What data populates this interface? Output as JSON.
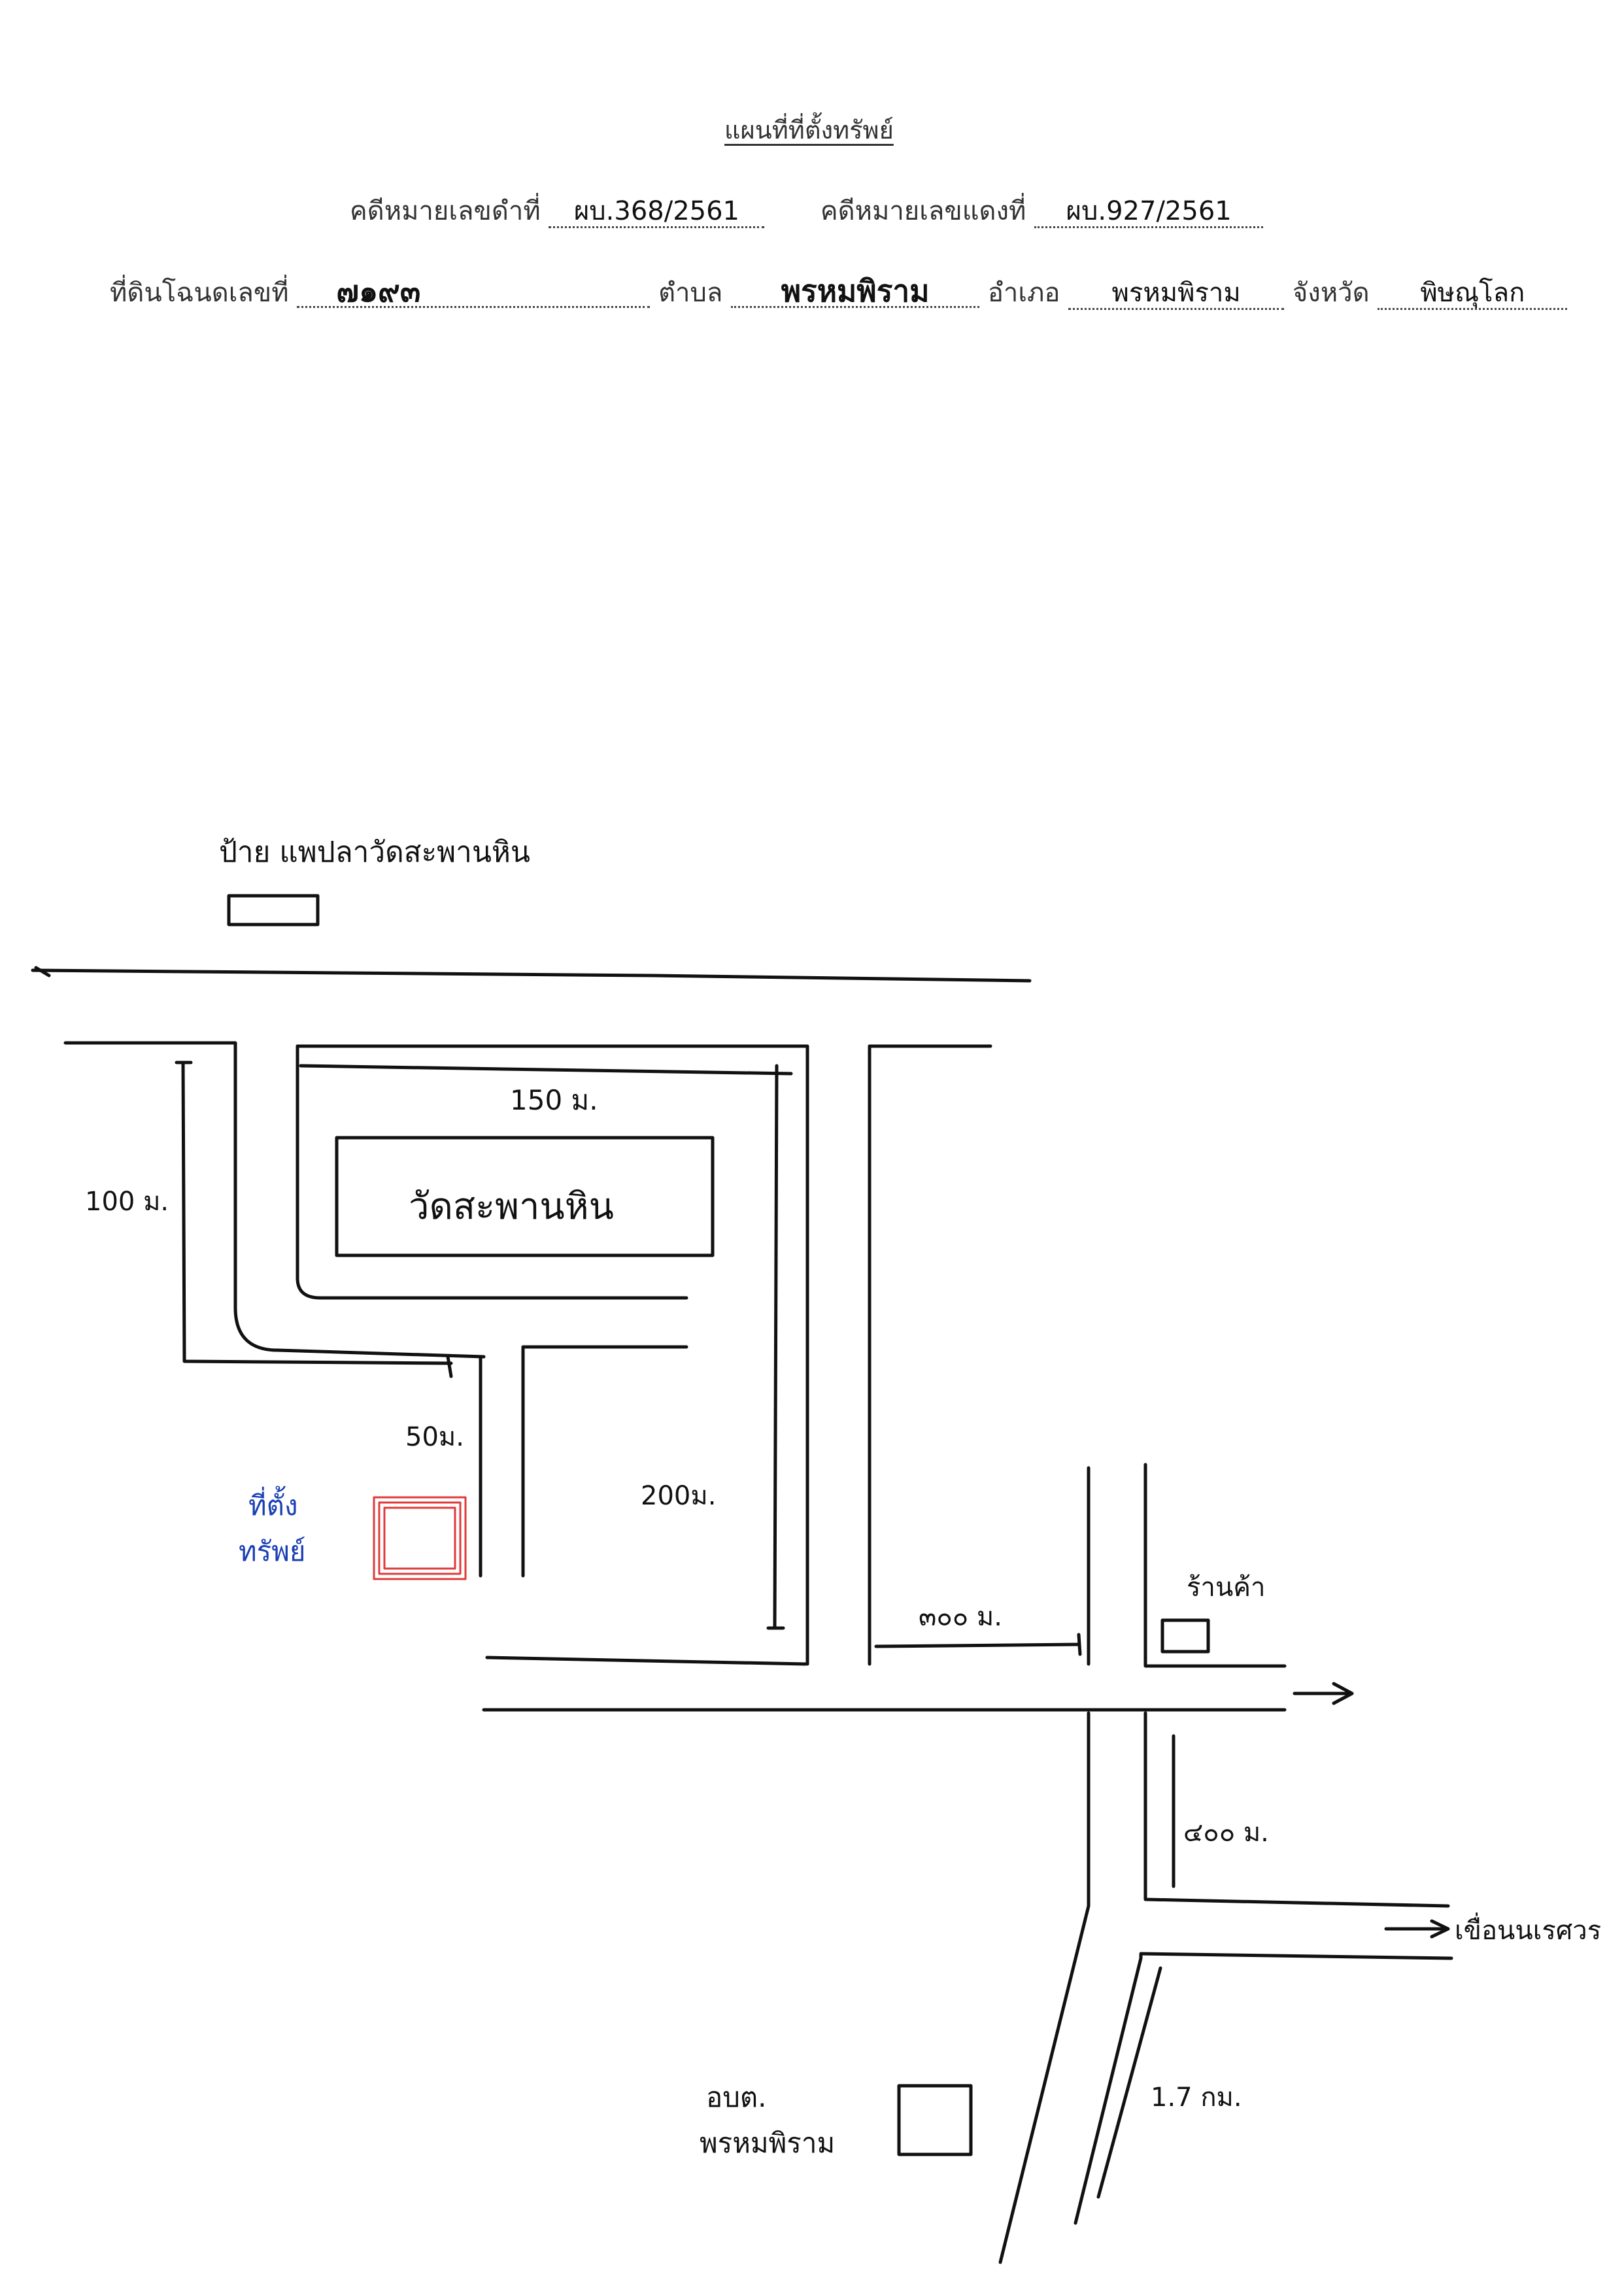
{
  "header": {
    "title": "แผนที่ที่ตั้งทรัพย์",
    "black_case_label": "คดีหมายเลขดำที่",
    "black_case_value": "ผบ.368/2561",
    "red_case_label": "คดีหมายเลขแดงที่",
    "red_case_value": "ผบ.927/2561"
  },
  "deed": {
    "deed_label": "ที่ดินโฉนดเลขที่",
    "deed_value": "๗๑๙๓",
    "subdistrict_label": "ตำบล",
    "subdistrict_value": "พรหมพิราม",
    "district_label": "อำเภอ",
    "district_value": "พรหมพิราม",
    "province_label": "จังหวัด",
    "province_value": "พิษณุโลก"
  },
  "map": {
    "sign_label": "ป้าย แพปลาวัดสะพานหิน",
    "temple_label": "วัดสะพานหิน",
    "dim_150": "150 ม.",
    "dim_100": "100 ม.",
    "dim_50": "50ม.",
    "dim_200": "200ม.",
    "dim_300": "๓๐๐ ม.",
    "dim_400": "๔๐๐ ม.",
    "dim_17km": "1.7 กม.",
    "property_label_line1": "ที่ตั้ง",
    "property_label_line2": "ทรัพย์",
    "shop_label": "ร้านค้า",
    "dam_label": "เขื่อนนเรศวร",
    "sao_label_line1": "อบต.",
    "sao_label_line2": "พรหมพิราม",
    "colors": {
      "ink": "#111111",
      "property": "#e03a3a",
      "annotation_blue": "#1a3fb4"
    }
  }
}
